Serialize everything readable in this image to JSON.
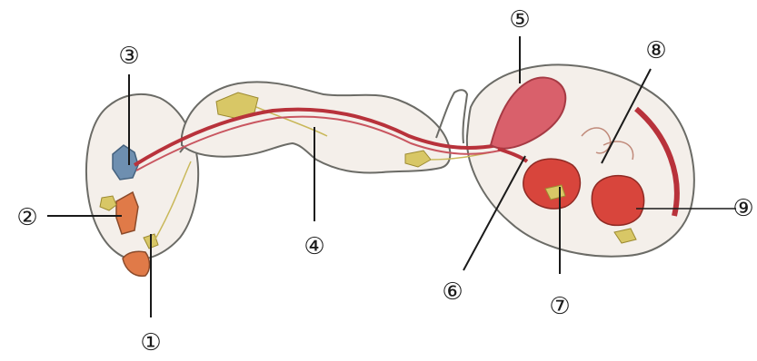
{
  "labels": {
    "l1": "①",
    "l2": "②",
    "l3": "③",
    "l4": "④",
    "l5": "⑤",
    "l6": "⑥",
    "l7": "⑦",
    "l8": "⑧",
    "l9": "⑨"
  },
  "colors": {
    "outline": "#6b6b66",
    "body_fill": "#f4efea",
    "tube": "#b8323b",
    "crop": "#d9606b",
    "ganglia": "#d8c766",
    "blue_gland": "#6e8fb0",
    "orange_gland": "#e07a48",
    "red_organ": "#d8453c"
  }
}
